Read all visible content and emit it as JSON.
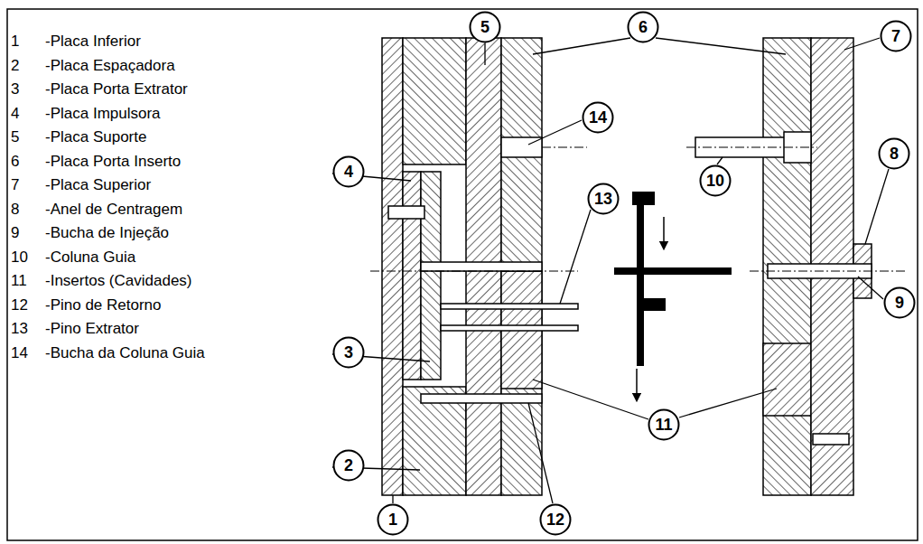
{
  "diagram": {
    "nodes": [
      {
        "text": [
          "5"
        ]
      },
      {
        "text": [
          "6"
        ]
      },
      {
        "text": [
          "7"
        ]
      },
      {
        "text": [
          "14"
        ]
      },
      {
        "text": [
          "4"
        ]
      },
      {
        "text": [
          "13"
        ]
      },
      {
        "text": [
          "10"
        ]
      },
      {
        "text": [
          "8"
        ]
      },
      {
        "text": [
          "9"
        ]
      },
      {
        "text": [
          "3"
        ]
      },
      {
        "text": [
          "11"
        ]
      },
      {
        "text": [
          "2"
        ]
      },
      {
        "text": [
          "1"
        ]
      },
      {
        "text": [
          "12"
        ]
      }
    ],
    "labels": [
      "1",
      "-Placa Inferior",
      "2",
      "-Placa Espaçadora",
      "3",
      "-Placa Porta Extrator",
      "4",
      "-Placa Impulsora",
      "5",
      "-Placa Suporte",
      "6",
      "-Placa Porta Inserto",
      "7",
      "-Placa Superior",
      "8",
      "-Anel de Centragem",
      "9",
      "-Bucha de Injeção",
      "10",
      "-Coluna Guia",
      "11",
      "-Insertos (Cavidades)",
      "12",
      "-Pino de Retorno",
      "13",
      "-Pino Extrator",
      "14",
      "-Bucha da Coluna Guia"
    ]
  }
}
